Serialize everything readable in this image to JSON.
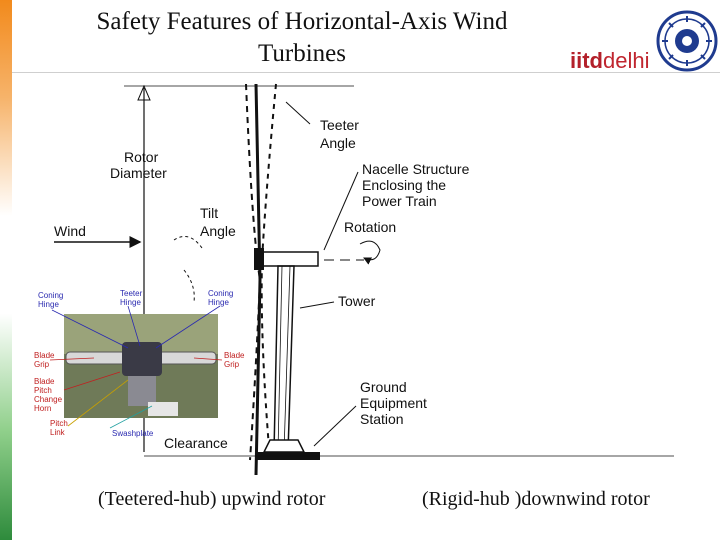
{
  "title": {
    "line1": "Safety Features of Horizontal-Axis Wind",
    "line2": "Turbines"
  },
  "logo": {
    "text_iitd": "iitd",
    "text_elhi": "elhi",
    "seal_icon": "iit-delhi-seal-icon",
    "brand_color": "#b3202a"
  },
  "diagram": {
    "labels": {
      "teeter_angle_1": "Teeter",
      "teeter_angle_2": "Angle",
      "rotor_diameter_1": "Rotor",
      "rotor_diameter_2": "Diameter",
      "nacelle_1": "Nacelle Structure",
      "nacelle_2": "Enclosing the",
      "nacelle_3": "Power Train",
      "tilt_1": "Tilt",
      "tilt_2": "Angle",
      "wind": "Wind",
      "rotation": "Rotation",
      "tower": "Tower",
      "ground_1": "Ground",
      "ground_2": "Equipment",
      "ground_3": "Station",
      "clearance": "Clearance"
    },
    "photo_labels": {
      "coning_hinge_left_1": "Coning",
      "coning_hinge_left_2": "Hinge",
      "teeter_hinge_1": "Teeter",
      "teeter_hinge_2": "Hinge",
      "coning_hinge_right_1": "Coning",
      "coning_hinge_right_2": "Hinge",
      "blade_grip_left_1": "Blade",
      "blade_grip_left_2": "Grip",
      "blade_grip_right_1": "Blade",
      "blade_grip_right_2": "Grip",
      "blade_pitch_1": "Blade",
      "blade_pitch_2": "Pitch",
      "blade_pitch_3": "Change",
      "blade_pitch_4": "Horn",
      "pitch_link_1": "Pitch",
      "pitch_link_2": "Link",
      "swashplate": "Swashplate"
    }
  },
  "captions": {
    "left": "(Teetered-hub) upwind rotor",
    "right": "(Rigid-hub )downwind rotor"
  }
}
